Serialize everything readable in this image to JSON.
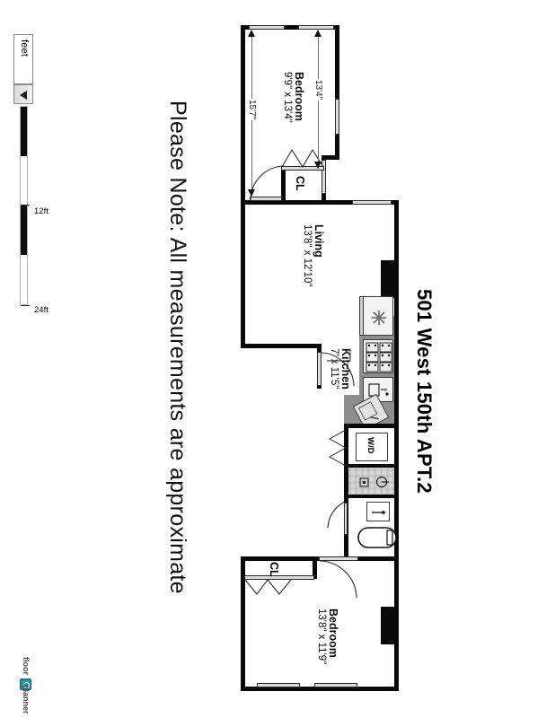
{
  "title": "501 West 150th APT.2",
  "note": "Please Note: All measurements are approximate",
  "scalebar": {
    "unit_label": "feet",
    "dropdown_icon": "chevron-down-icon",
    "ticks": [
      {
        "label": "12ft",
        "pos_pct": 50
      },
      {
        "label": "24ft",
        "pos_pct": 100
      }
    ]
  },
  "logo": {
    "text_part1": "floor",
    "text_part2": "planner",
    "icon": "floorplanner-logo-icon"
  },
  "rooms": [
    {
      "id": "bedroom-top",
      "name": "Bedroom",
      "dimensions": "9'9\" x 13'4\""
    },
    {
      "id": "living",
      "name": "Living",
      "dimensions": "13'8\" x 12'10\""
    },
    {
      "id": "kitchen",
      "name": "Kitchen",
      "dimensions": "7' x 11'5\""
    },
    {
      "id": "bedroom-bottom",
      "name": "Bedroom",
      "dimensions": "13'8\" x 11'9\""
    }
  ],
  "closets": [
    {
      "id": "closet-top",
      "label": "CL"
    },
    {
      "id": "closet-bottom",
      "label": "CL"
    }
  ],
  "appliances": [
    {
      "id": "washer-dryer",
      "label": "W/D"
    },
    {
      "id": "refrigerator",
      "icon": "snowflake-icon"
    },
    {
      "id": "range",
      "icon": "stove-burners-icon"
    },
    {
      "id": "kitchen-sink",
      "icon": "sink-icon"
    },
    {
      "id": "corner-sink",
      "icon": "corner-sink-icon"
    },
    {
      "id": "bath-sink",
      "icon": "bathroom-sink-icon"
    },
    {
      "id": "toilet",
      "icon": "toilet-icon"
    }
  ],
  "dimension_labels": [
    {
      "id": "dim-bedroom-width",
      "value": "13'4\""
    },
    {
      "id": "dim-bedroom-length",
      "value": "15'7\""
    }
  ],
  "colors": {
    "wall": "#0a0a0a",
    "window": "#dcdcdc",
    "counter": "#8e8e8e",
    "tile": "#d7d7d7",
    "logo_accent": "#2a8fa8"
  }
}
